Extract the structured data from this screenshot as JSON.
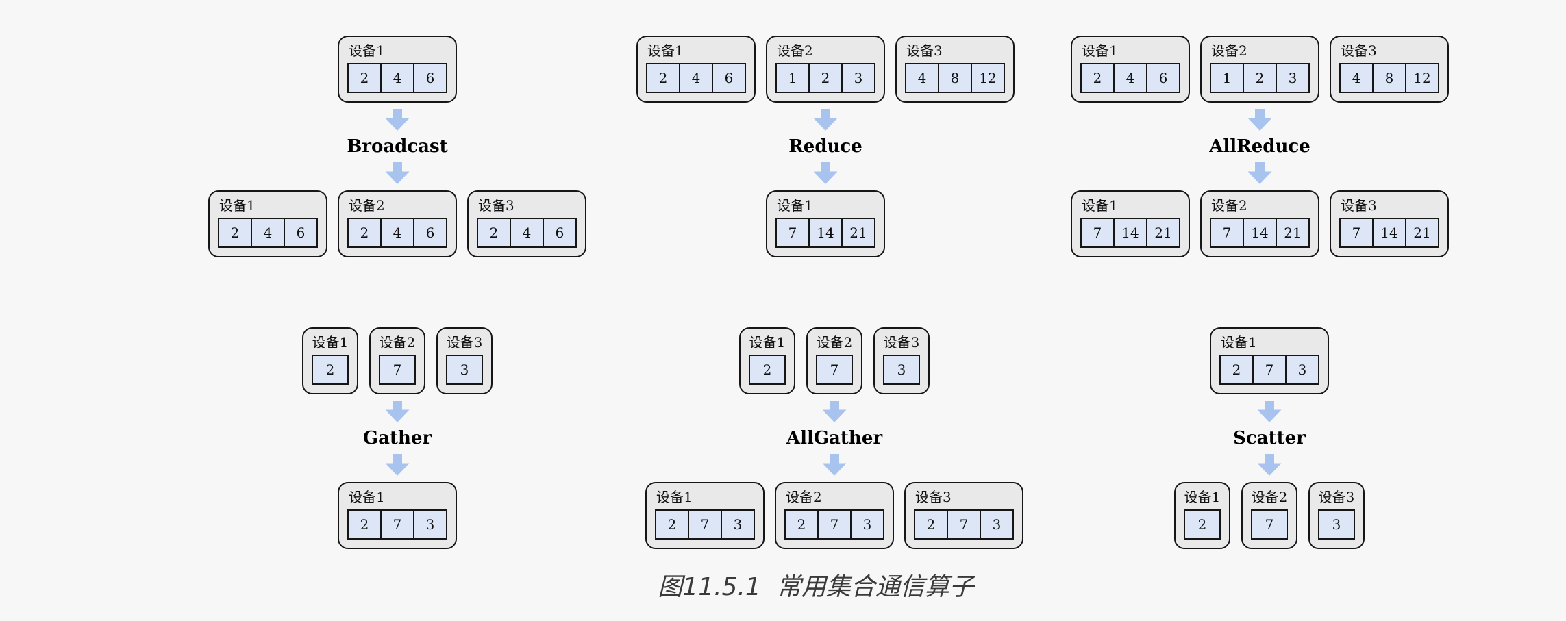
{
  "figure": {
    "caption": "图11.5.1  常用集合通信算子"
  },
  "colors": {
    "background": "#f7f7f8",
    "device_fill": "#e9e9e9",
    "cell_fill": "#dce6f7",
    "outline": "#161616",
    "arrow": "#a9c3ef",
    "label_text": "#000000",
    "caption_text": "#3a3a3a"
  },
  "groups": [
    {
      "id": "broadcast",
      "label": "Broadcast",
      "input": [
        {
          "device": "设备1",
          "values": [
            "2",
            "4",
            "6"
          ]
        }
      ],
      "output": [
        {
          "device": "设备1",
          "values": [
            "2",
            "4",
            "6"
          ]
        },
        {
          "device": "设备2",
          "values": [
            "2",
            "4",
            "6"
          ]
        },
        {
          "device": "设备3",
          "values": [
            "2",
            "4",
            "6"
          ]
        }
      ]
    },
    {
      "id": "reduce",
      "label": "Reduce",
      "input": [
        {
          "device": "设备1",
          "values": [
            "2",
            "4",
            "6"
          ]
        },
        {
          "device": "设备2",
          "values": [
            "1",
            "2",
            "3"
          ]
        },
        {
          "device": "设备3",
          "values": [
            "4",
            "8",
            "12"
          ]
        }
      ],
      "output": [
        {
          "device": "设备1",
          "values": [
            "7",
            "14",
            "21"
          ]
        }
      ]
    },
    {
      "id": "allreduce",
      "label": "AllReduce",
      "input": [
        {
          "device": "设备1",
          "values": [
            "2",
            "4",
            "6"
          ]
        },
        {
          "device": "设备2",
          "values": [
            "1",
            "2",
            "3"
          ]
        },
        {
          "device": "设备3",
          "values": [
            "4",
            "8",
            "12"
          ]
        }
      ],
      "output": [
        {
          "device": "设备1",
          "values": [
            "7",
            "14",
            "21"
          ]
        },
        {
          "device": "设备2",
          "values": [
            "7",
            "14",
            "21"
          ]
        },
        {
          "device": "设备3",
          "values": [
            "7",
            "14",
            "21"
          ]
        }
      ]
    },
    {
      "id": "gather",
      "label": "Gather",
      "input": [
        {
          "device": "设备1",
          "values": [
            "2"
          ]
        },
        {
          "device": "设备2",
          "values": [
            "7"
          ]
        },
        {
          "device": "设备3",
          "values": [
            "3"
          ]
        }
      ],
      "output": [
        {
          "device": "设备1",
          "values": [
            "2",
            "7",
            "3"
          ]
        }
      ]
    },
    {
      "id": "allgather",
      "label": "AllGather",
      "input": [
        {
          "device": "设备1",
          "values": [
            "2"
          ]
        },
        {
          "device": "设备2",
          "values": [
            "7"
          ]
        },
        {
          "device": "设备3",
          "values": [
            "3"
          ]
        }
      ],
      "output": [
        {
          "device": "设备1",
          "values": [
            "2",
            "7",
            "3"
          ]
        },
        {
          "device": "设备2",
          "values": [
            "2",
            "7",
            "3"
          ]
        },
        {
          "device": "设备3",
          "values": [
            "2",
            "7",
            "3"
          ]
        }
      ]
    },
    {
      "id": "scatter",
      "label": "Scatter",
      "input": [
        {
          "device": "设备1",
          "values": [
            "2",
            "7",
            "3"
          ]
        }
      ],
      "output": [
        {
          "device": "设备1",
          "values": [
            "2"
          ]
        },
        {
          "device": "设备2",
          "values": [
            "7"
          ]
        },
        {
          "device": "设备3",
          "values": [
            "3"
          ]
        }
      ]
    }
  ]
}
